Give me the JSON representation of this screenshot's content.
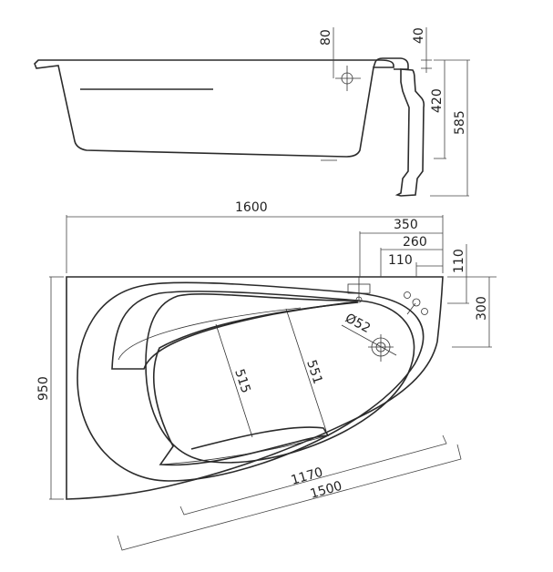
{
  "side_view": {
    "dims": {
      "overflow_height": "80",
      "rim": "40",
      "depth_inner": "420",
      "total_height": "585"
    }
  },
  "plan_view": {
    "dims": {
      "length": "1600",
      "tap_offset": "350",
      "overflow_offset": "260",
      "mixer_offset_x": "110",
      "mixer_offset_y": "110",
      "drain_offset_y": "300",
      "width": "950",
      "drain_diameter": "Ø52",
      "inner_width_1": "515",
      "inner_width_2": "551",
      "inner_length": "1170",
      "front_length": "1500"
    }
  }
}
